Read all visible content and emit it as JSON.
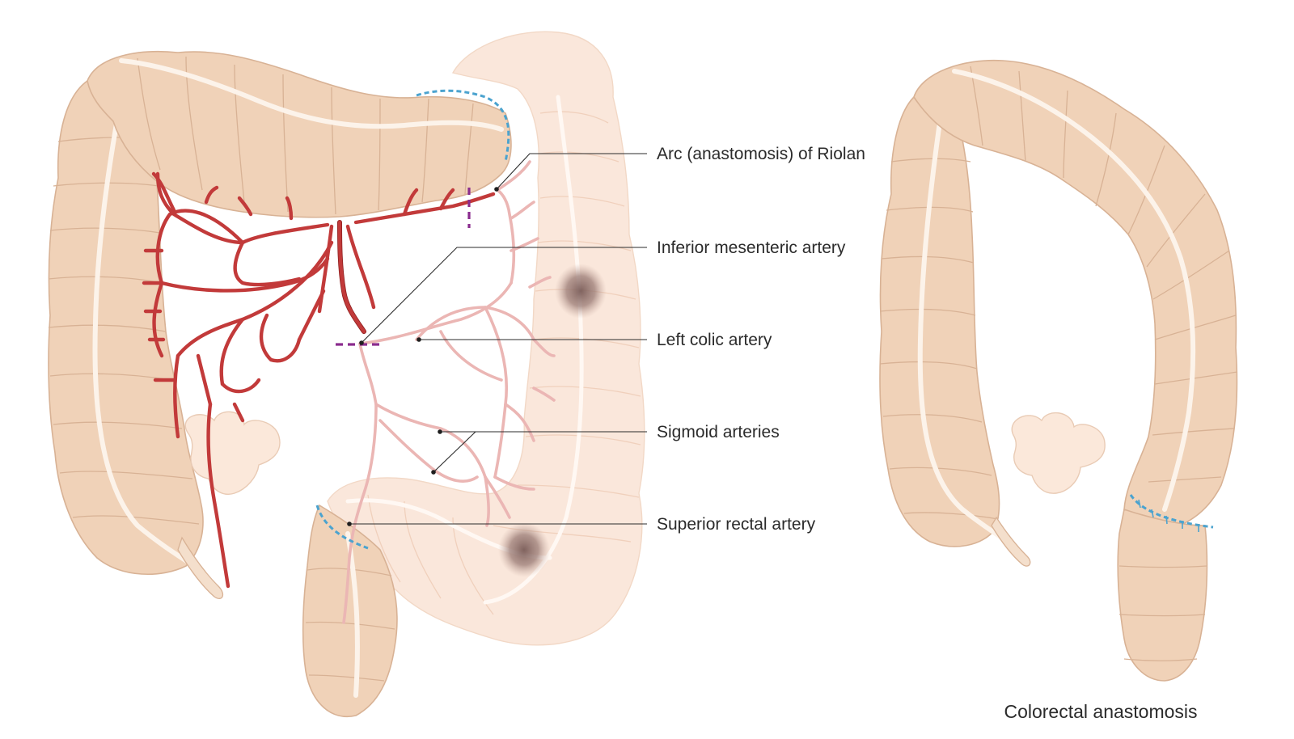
{
  "labels": {
    "riolan": "Arc (anastomosis) of Riolan",
    "ima": "Inferior mesenteric artery",
    "left_colic": "Left colic artery",
    "sigmoid": "Sigmoid arteries",
    "superior_rectal": "Superior rectal artery"
  },
  "caption": "Colorectal anastomosis",
  "colors": {
    "colon": "#f0d2b8",
    "colon_outline": "#d8b295",
    "colon_faded": "#fae7db",
    "artery": "#c23a3a",
    "artery_faded": "#ebb6b4",
    "resection_line": "#4ba3cf",
    "ligation_mark": "#8a2c8e",
    "tumor": "#8a6a66"
  }
}
